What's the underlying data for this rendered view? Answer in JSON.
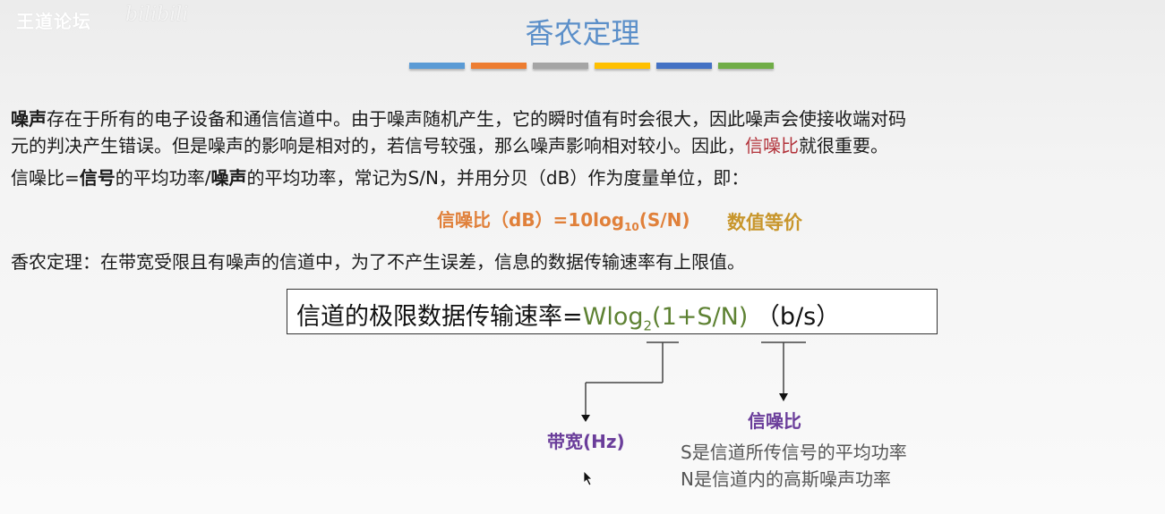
{
  "watermark": {
    "text": "王道论坛",
    "logo": "bilibili"
  },
  "slide": {
    "title": "香农定理",
    "title_color": "#5b8fc9",
    "decor_bars": [
      "#5b9bd5",
      "#ed7d31",
      "#a5a5a5",
      "#ffc000",
      "#4472c4",
      "#70ad47"
    ],
    "para1": {
      "bold_term": "噪声",
      "line1_rest": "存在于所有的电子设备和通信信道中。由于噪声随机产生，它的瞬时值有时会很大，因此噪声会使接收端对码",
      "line2_pre": "元的判决产生错误。但是噪声的影响是相对的，若信号较强，那么噪声影响相对较小。因此，",
      "line2_highlight": "信噪比",
      "line2_post": "就很重要。"
    },
    "para2": {
      "t1": "信噪比=",
      "b1": "信号",
      "t2": "的平均功率/",
      "b2": "噪声",
      "t3": "的平均功率，常记为S/N，并用分贝（dB）作为度量单位，即："
    },
    "formula": {
      "main": "信噪比（dB）=10log",
      "sub": "10",
      "tail": "(S/N)",
      "note": "数值等价"
    },
    "para3": "香农定理：在带宽受限且有噪声的信道中，为了不产生误差，信息的数据传输速率有上限值。",
    "box": {
      "prefix": "信道的极限数据传输速率=",
      "formula_main": "Wlog",
      "formula_sub": "2",
      "formula_tail": "(1+S/N)",
      "unit": " （b/s）"
    },
    "annotations": {
      "bandwidth": "带宽(Hz)",
      "snr": "信噪比",
      "s_desc": "S是信道所传信号的平均功率",
      "n_desc": "N是信道内的高斯噪声功率"
    }
  }
}
